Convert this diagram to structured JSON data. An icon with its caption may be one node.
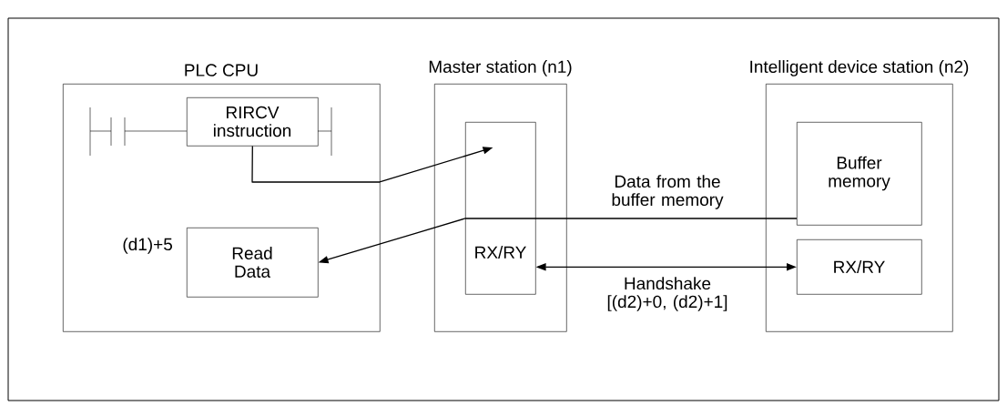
{
  "diagram": {
    "nodes": [
      {
        "text": [
          "PLC CPU"
        ]
      },
      {
        "text": [
          "RIRCV instruction"
        ],
        "in": 0
      },
      {
        "text": [
          "Read Data"
        ],
        "in": 0,
        "beside": [
          "(d1)+5"
        ]
      },
      {
        "text": [
          "Master station (n1)"
        ]
      },
      {
        "text": [
          "RX/RY"
        ],
        "in": 3
      },
      {
        "text": [
          "Intelligent device station (n2)"
        ]
      },
      {
        "text": [
          "Buffer memory"
        ],
        "in": 5
      },
      {
        "text": [
          "RX/RY"
        ],
        "in": 5
      }
    ],
    "edges": [
      {
        "from": 1,
        "to": 4,
        "arrow": "to"
      },
      {
        "from": 6,
        "to": 4,
        "arrow": "none",
        "label": "Data from the buffer memory"
      },
      {
        "from": 4,
        "to": 2,
        "arrow": "to"
      },
      {
        "from": 4,
        "to": 7,
        "arrow": "both",
        "label": "Handshake [(d2)+0, (d2)+1]"
      }
    ]
  }
}
